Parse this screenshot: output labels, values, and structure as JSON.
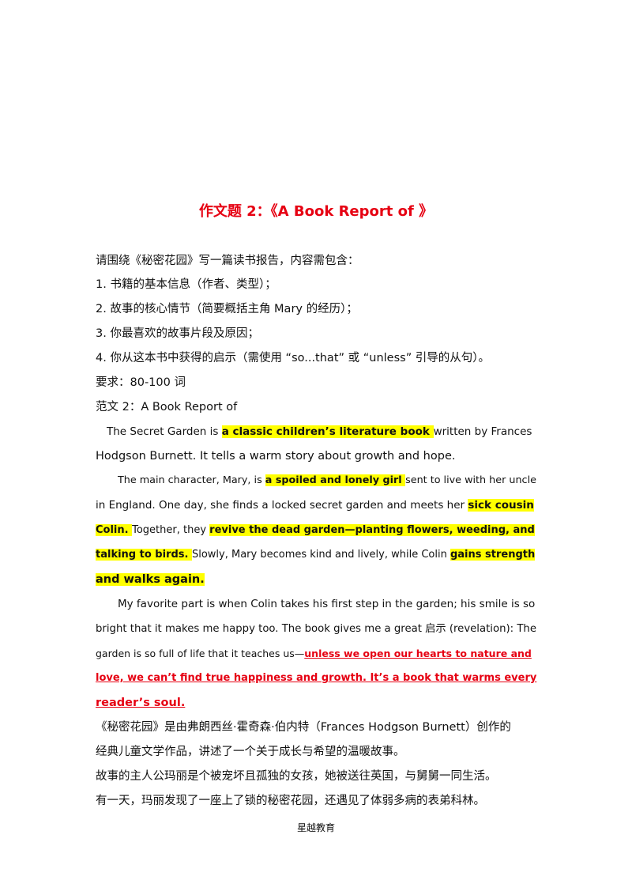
{
  "title": "作文题 2：《A Book Report of 》",
  "prompt": {
    "intro": "请围绕《秘密花园》写一篇读书报告，内容需包含：",
    "items": [
      "1.  书籍的基本信息（作者、类型）；",
      "2.  故事的核心情节（简要概括主角 Mary 的经历）；",
      "3.  你最喜欢的故事片段及原因；",
      "4.  你从这本书中获得的启示（需使用 “so...that” 或 “unless” 引导的从句）。"
    ],
    "requirement": "要求：80-100 词",
    "sample_heading": "范文 2：A Book Report of"
  },
  "essay": {
    "p1_l1_a": "The  Secret  Garden  is ",
    "p1_l1_hl": " a  classic  children’s  literature  book ",
    "p1_l1_b": " written  by  Frances",
    "p1_l2": "Hodgson Burnett. It tells a warm story about growth and hope.",
    "p2_l1_a": "The main character, Mary, is ",
    "p2_l1_hl": " a spoiled and lonely girl ",
    "p2_l1_b": " sent to live with her uncle",
    "p2_l2_a": "in England. One day, she finds a locked secret garden and meets her ",
    "p2_l2_hl": " sick cousin",
    "p2_l3_hl1": "Colin. ",
    "p2_l3_a": " Together, they ",
    "p2_l3_hl2": "revive the dead garden—planting flowers, weeding, and",
    "p2_l4_hl1": "talking to birds. ",
    "p2_l4_a": " Slowly, Mary becomes kind and lively, while Colin ",
    "p2_l4_hl2": " gains strength",
    "p2_l5_hl": "and walks again. ",
    "p3_l1": "My favorite part is when Colin takes his first step in the garden; his smile is so",
    "p3_l2": "bright that it makes me happy too. The book gives me a great 启示 (revelation): The",
    "p3_l3_a": "garden is so full of life that it teaches us—",
    "p3_l3_red": "unless we open our hearts to nature and",
    "p3_l4_red": "love,  we  can’t  find  true  happiness  and  growth.  It’s  a  book  that  warms  every",
    "p3_l5_red": "reader’s soul. "
  },
  "chinese": {
    "l1": "《秘密花园》是由弗朗西丝·霍奇森·伯内特（Frances Hodgson Burnett）创作的",
    "l2": "经典儿童文学作品，讲述了一个关于成长与希望的温暖故事。",
    "l3": "故事的主人公玛丽是个被宠坏且孤独的女孩，她被送往英国，与舅舅一同生活。",
    "l4": "有一天，玛丽发现了一座上了锁的秘密花园，还遇见了体弱多病的表弟科林。"
  },
  "footer": "星越教育",
  "colors": {
    "title": "#e60012",
    "highlight": "#ffff00",
    "emphasis": "#e60012"
  }
}
